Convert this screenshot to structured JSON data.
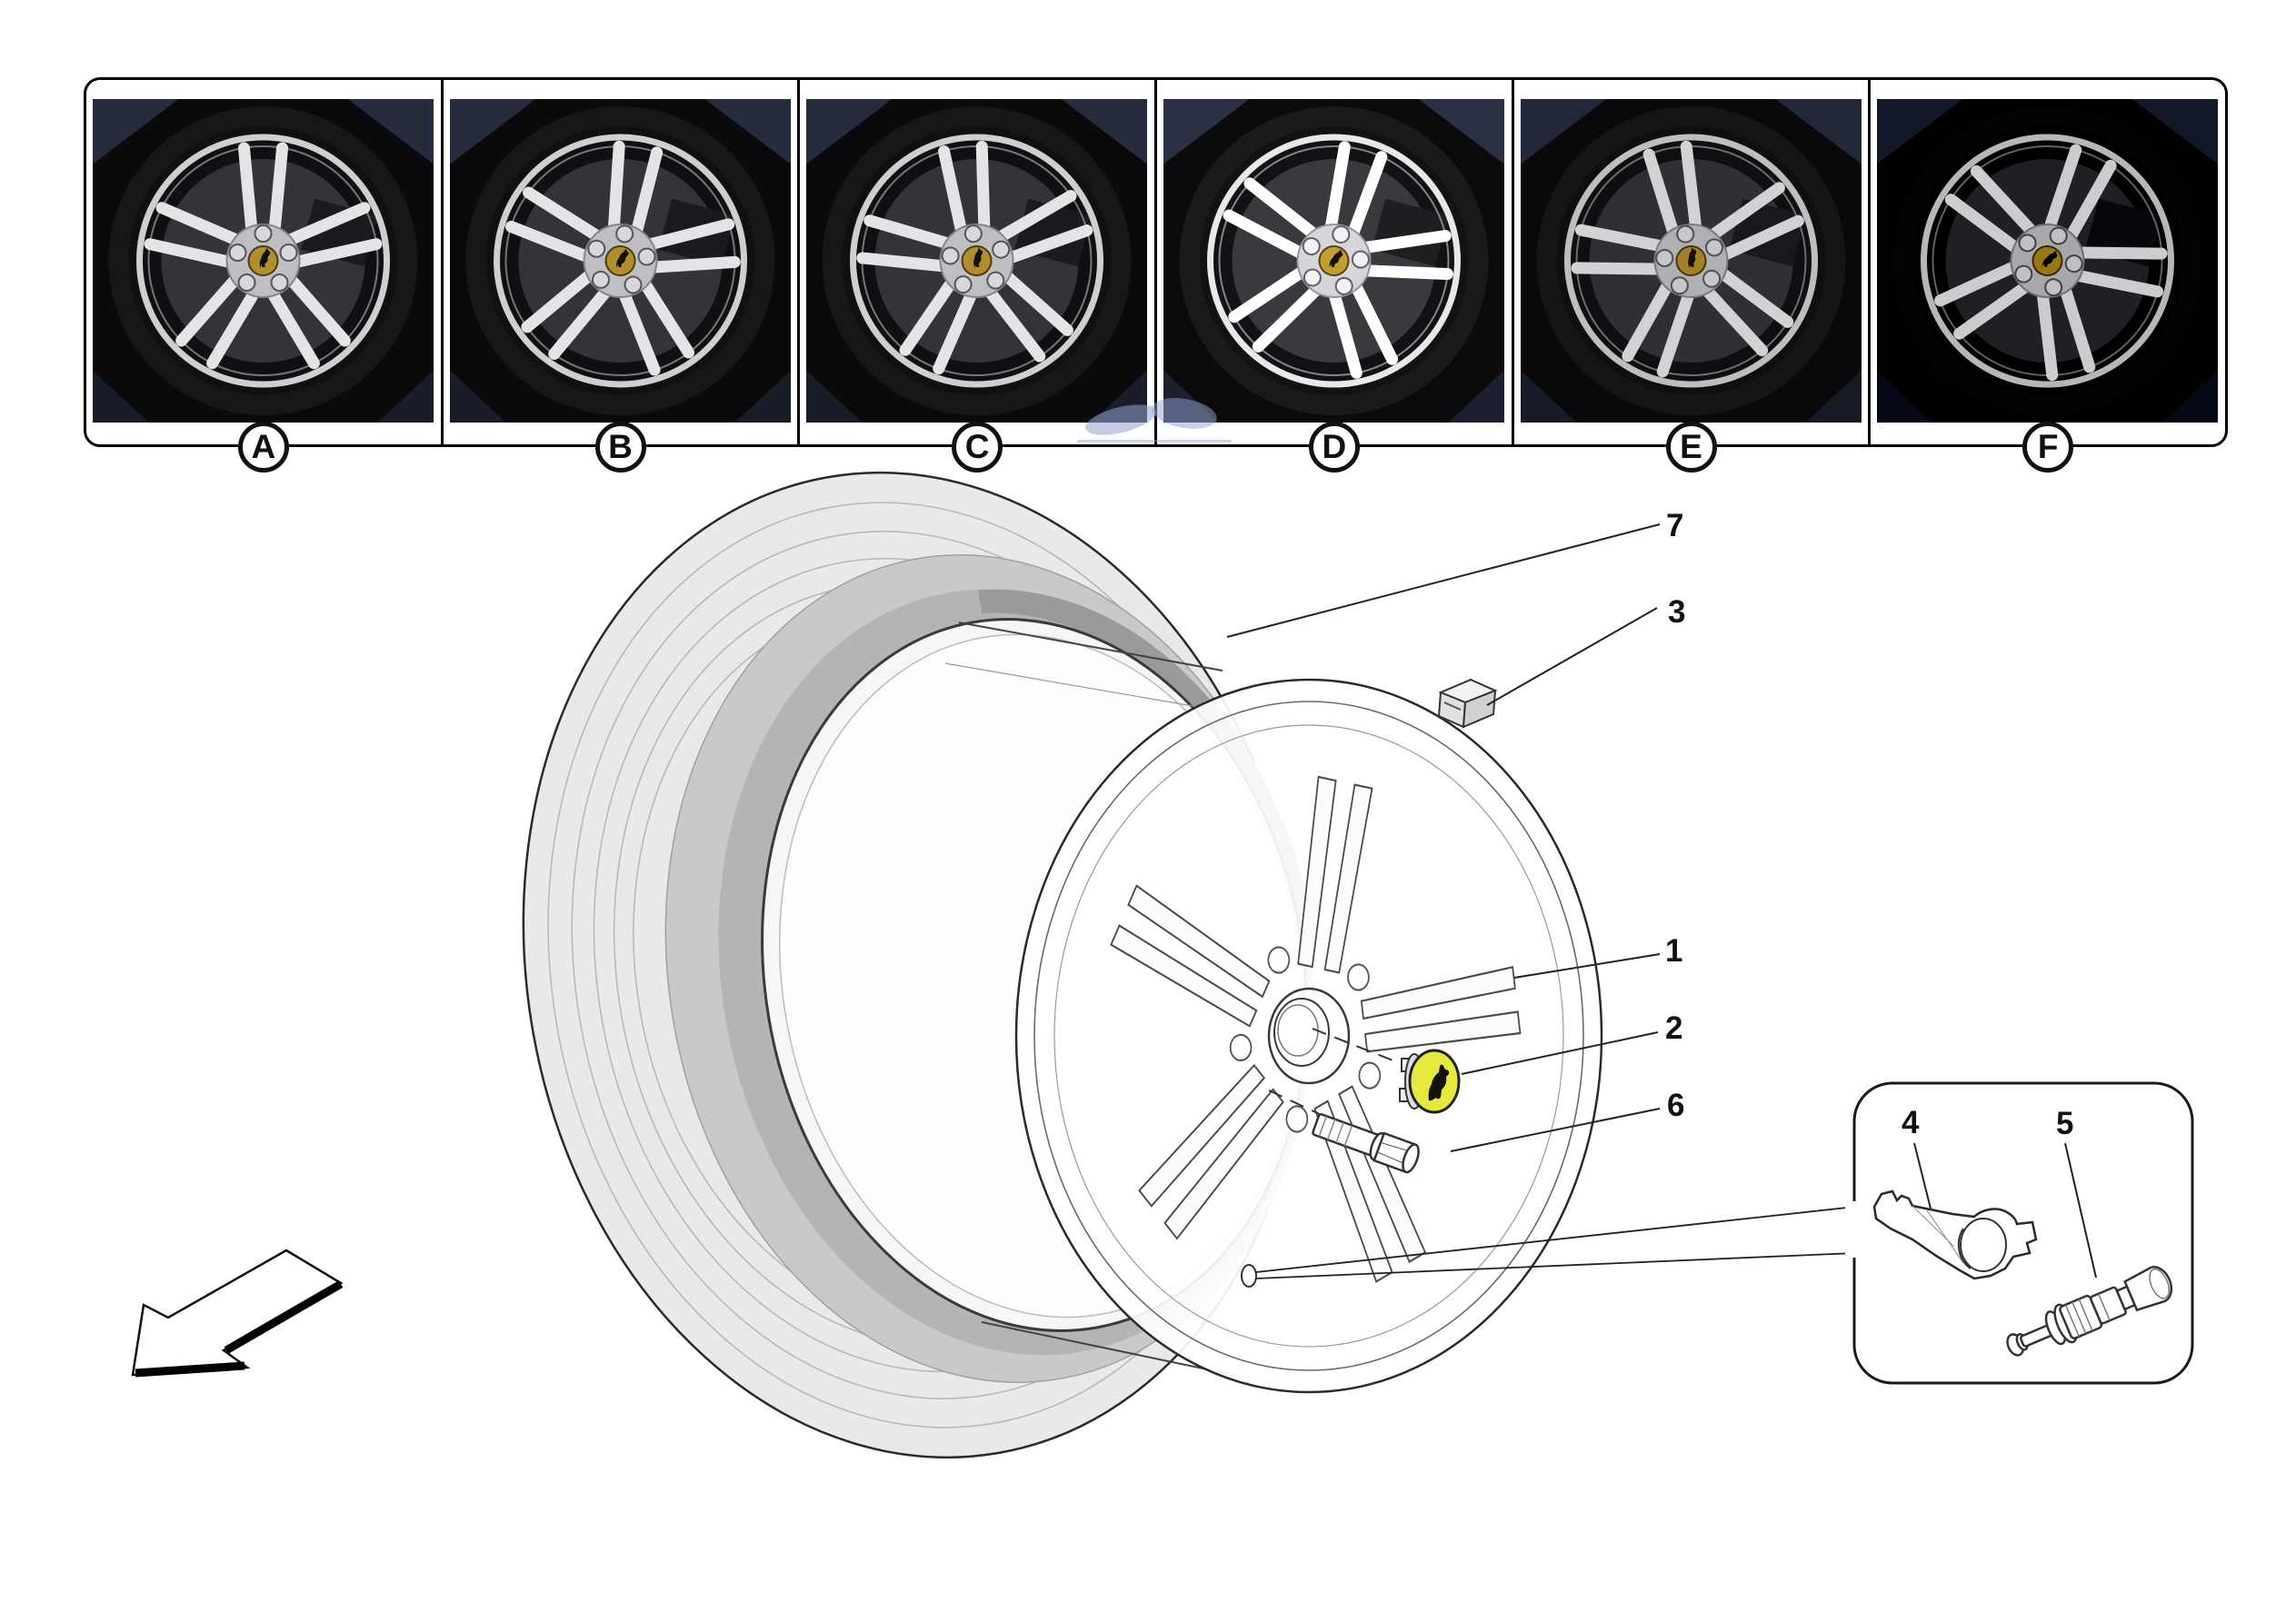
{
  "top_panel": {
    "variants": [
      {
        "label": "A"
      },
      {
        "label": "B"
      },
      {
        "label": "C"
      },
      {
        "label": "D"
      },
      {
        "label": "E"
      },
      {
        "label": "F"
      }
    ]
  },
  "callouts": [
    {
      "label": "1"
    },
    {
      "label": "2"
    },
    {
      "label": "3"
    },
    {
      "label": "4"
    },
    {
      "label": "5"
    },
    {
      "label": "6"
    },
    {
      "label": "7"
    }
  ],
  "colors": {
    "hub_cap_yellow": "#e6ea3e",
    "photo_cap_gold": "#b08d2d",
    "diagram_line": "#2a2a2a",
    "panel_border": "#000000",
    "photo_background": "#0a0a0c",
    "tire_tread_gray": "#e9e9e9",
    "tire_shoulder_gray": "#b4b4b4",
    "watermark_blue": "#93a2cf"
  }
}
